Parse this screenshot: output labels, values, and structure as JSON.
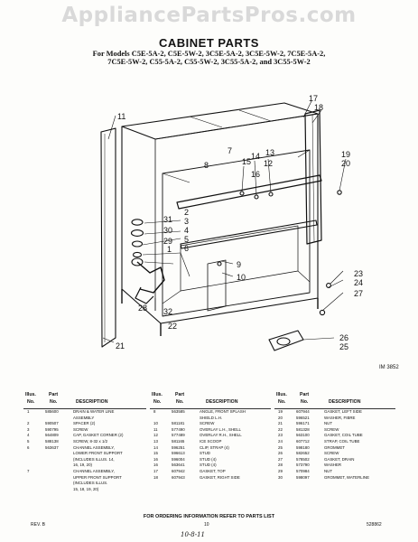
{
  "watermark": "AppliancePartsPros.com",
  "title": "CABINET PARTS",
  "models": [
    "For Models  C5E-5A-2, C5E-5W-2, 3C5E-5A-2, 3C5E-5W-2, 7C5E-5A-2,",
    "7C5E-5W-2, C55-5A-2, C55-5W-2, 3C55-5A-2, and 3C55-5W-2"
  ],
  "callouts": [
    "1",
    "2",
    "3",
    "4",
    "5",
    "6",
    "7",
    "8",
    "9",
    "10",
    "11",
    "12",
    "13",
    "14",
    "15",
    "16",
    "17",
    "18",
    "19",
    "20",
    "21",
    "22",
    "23",
    "24",
    "25",
    "26",
    "27",
    "28",
    "29",
    "30",
    "31",
    "32"
  ],
  "figure_ref": "IM 3852",
  "table_headers": {
    "illus": "Illus.",
    "part": "Part",
    "no": "No.",
    "description": "DESCRIPTION"
  },
  "parts_table": {
    "col1": [
      {
        "illus": "1",
        "part": "585600",
        "desc": "DRAIN & WATER LINE"
      },
      {
        "illus": "",
        "part": "",
        "desc": "ASSEMBLY"
      },
      {
        "illus": "2",
        "part": "590507",
        "desc": "SPACER (2)"
      },
      {
        "illus": "3",
        "part": "590795",
        "desc": "SCREW"
      },
      {
        "illus": "4",
        "part": "564809",
        "desc": "CAP, GASKET CORNER (2)"
      },
      {
        "illus": "5",
        "part": "588138",
        "desc": "SCREW, 8-32 x 1/2"
      },
      {
        "illus": "6",
        "part": "563637",
        "desc": "CHANNEL ASSEMBLY,"
      },
      {
        "illus": "",
        "part": "",
        "desc": "LOWER FRONT SUPPORT"
      },
      {
        "illus": "",
        "part": "",
        "desc": "(INCLUDES ILLUS. 14,"
      },
      {
        "illus": "",
        "part": "",
        "desc": "16, 19, 20)"
      },
      {
        "illus": "7",
        "part": "",
        "desc": "CHANNEL ASSEMBLY,"
      },
      {
        "illus": "",
        "part": "",
        "desc": "UPPER FRONT SUPPORT"
      },
      {
        "illus": "",
        "part": "",
        "desc": "(INCLUDES ILLUS."
      },
      {
        "illus": "",
        "part": "",
        "desc": "15, 18, 19, 20)"
      }
    ],
    "col2": [
      {
        "illus": "8",
        "part": "563585",
        "desc": "ANGLE, FRONT SPLASH"
      },
      {
        "illus": "",
        "part": "",
        "desc": "SHIELD L.H."
      },
      {
        "illus": "10",
        "part": "581181",
        "desc": "SCREW"
      },
      {
        "illus": "11",
        "part": "577490",
        "desc": "OVERLAY L.H., SHELL"
      },
      {
        "illus": "12",
        "part": "577489",
        "desc": "OVERLAY R.H., SHELL"
      },
      {
        "illus": "13",
        "part": "581165",
        "desc": "ICE SCOOP"
      },
      {
        "illus": "14",
        "part": "596251",
        "desc": "CLIP, STRAP (4)"
      },
      {
        "illus": "15",
        "part": "596613",
        "desc": "STUD"
      },
      {
        "illus": "16",
        "part": "596004",
        "desc": "STUD (4)"
      },
      {
        "illus": "16",
        "part": "563641",
        "desc": "STUD (4)"
      },
      {
        "illus": "17",
        "part": "607942",
        "desc": "GASKET, TOP"
      },
      {
        "illus": "18",
        "part": "607943",
        "desc": "GASKET, RIGHT SIDE"
      }
    ],
    "col3": [
      {
        "illus": "19",
        "part": "607944",
        "desc": "GASKET, LEFT SIDE"
      },
      {
        "illus": "20",
        "part": "596521",
        "desc": "WASHER, FIBRE"
      },
      {
        "illus": "21",
        "part": "596171",
        "desc": "NUT"
      },
      {
        "illus": "22",
        "part": "581328",
        "desc": "SCREW"
      },
      {
        "illus": "23",
        "part": "563100",
        "desc": "GASKET, COIL TUBE"
      },
      {
        "illus": "24",
        "part": "607712",
        "desc": "STRAP, COIL TUBE"
      },
      {
        "illus": "25",
        "part": "598180",
        "desc": "GROMMET"
      },
      {
        "illus": "26",
        "part": "582652",
        "desc": "SCREW"
      },
      {
        "illus": "27",
        "part": "578502",
        "desc": "GASKET, DRAIN"
      },
      {
        "illus": "28",
        "part": "573790",
        "desc": "WASHER"
      },
      {
        "illus": "29",
        "part": "570984",
        "desc": "NUT"
      },
      {
        "illus": "30",
        "part": "598097",
        "desc": "GROMMET, WATERLINE"
      }
    ]
  },
  "footnote": "FOR ORDERING INFORMATION REFER TO PARTS LIST",
  "footer": {
    "rev": "REV. B",
    "page": "10",
    "code": "528862"
  },
  "handwritten": "10-8-11"
}
